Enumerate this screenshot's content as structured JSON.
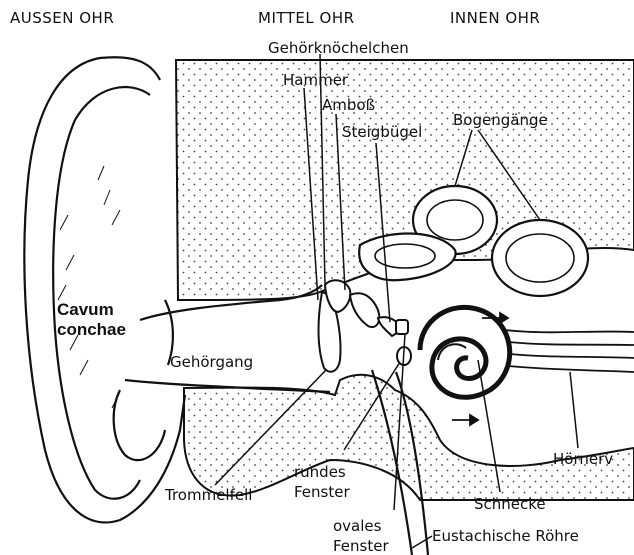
{
  "sections": {
    "outer": "AUSSEN OHR",
    "middle": "MITTEL OHR",
    "inner": "INNEN OHR"
  },
  "labels": {
    "ossicles": "Gehörknöchelchen",
    "hammer": "Hammer",
    "anvil": "Amboß",
    "stirrup": "Steigbügel",
    "canals": "Bogengänge",
    "cavum": "Cavum conchae",
    "ear_canal": "Gehörgang",
    "auditory_nerve": "Hörnerv",
    "round_window": "rundes Fenster",
    "eardrum": "Trommelfell",
    "cochlea": "Schnecke",
    "oval_window": "ovales Fenster",
    "eustachian_tube": "Eustachische Röhre"
  },
  "colors": {
    "ink": "#111111",
    "stipple": "#444444",
    "background": "#ffffff"
  }
}
